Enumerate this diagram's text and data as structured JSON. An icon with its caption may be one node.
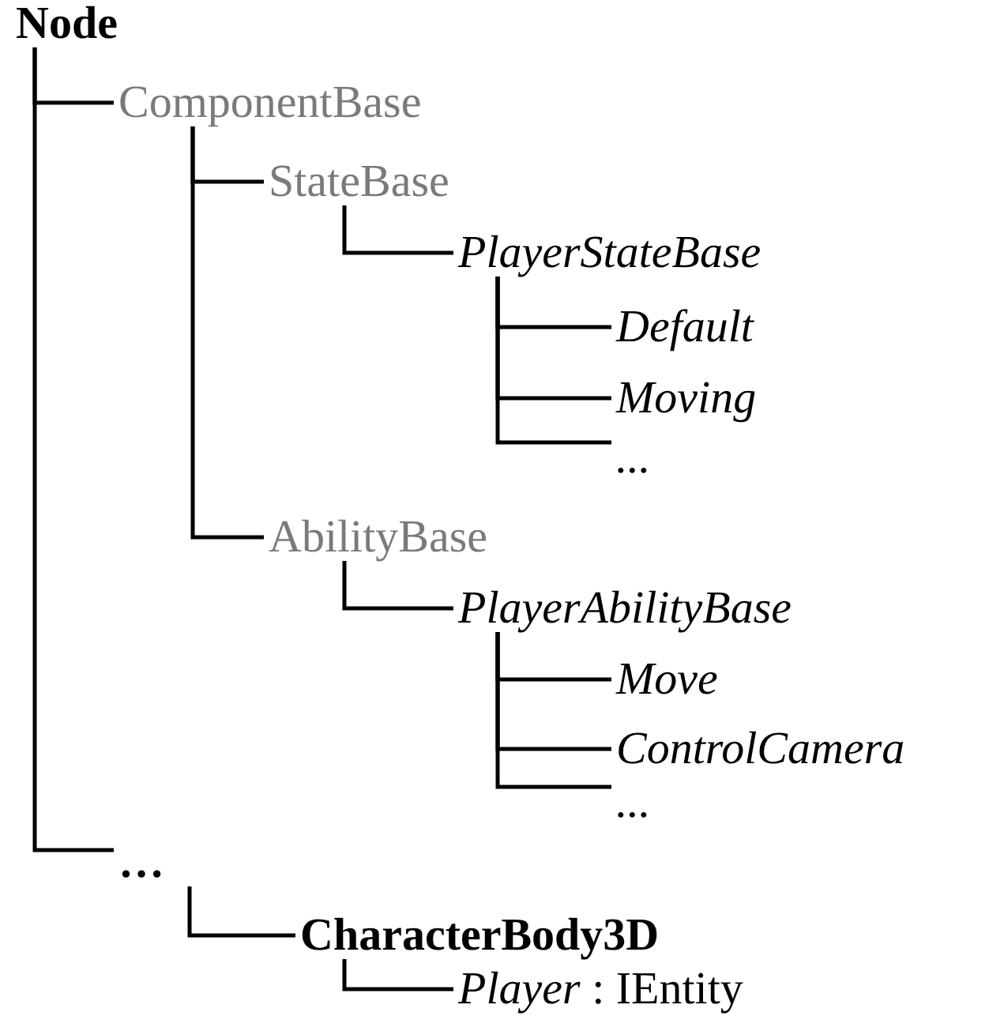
{
  "diagram": {
    "nodes": [
      {
        "text": [
          "Node"
        ]
      },
      {
        "text": [
          "ComponentBase"
        ]
      },
      {
        "text": [
          "StateBase"
        ]
      },
      {
        "text": [
          "PlayerStateBase"
        ]
      },
      {
        "text": [
          "Default"
        ]
      },
      {
        "text": [
          "Moving"
        ]
      },
      {
        "text": [
          "..."
        ]
      },
      {
        "text": [
          "AbilityBase"
        ]
      },
      {
        "text": [
          "PlayerAbilityBase"
        ]
      },
      {
        "text": [
          "Move"
        ]
      },
      {
        "text": [
          "ControlCamera"
        ]
      },
      {
        "text": [
          "..."
        ]
      },
      {
        "text": [
          "…"
        ]
      },
      {
        "text": [
          "CharacterBody3D"
        ]
      },
      {
        "text": [
          "*Player* : IEntity"
        ]
      }
    ],
    "edges": [
      {
        "from": 0,
        "to": 1,
        "arrow": "none"
      },
      {
        "from": 1,
        "to": 2,
        "arrow": "none"
      },
      {
        "from": 2,
        "to": 3,
        "arrow": "none"
      },
      {
        "from": 3,
        "to": 4,
        "arrow": "none"
      },
      {
        "from": 3,
        "to": 5,
        "arrow": "none"
      },
      {
        "from": 3,
        "to": 6,
        "arrow": "none"
      },
      {
        "from": 1,
        "to": 7,
        "arrow": "none"
      },
      {
        "from": 7,
        "to": 8,
        "arrow": "none"
      },
      {
        "from": 8,
        "to": 9,
        "arrow": "none"
      },
      {
        "from": 8,
        "to": 10,
        "arrow": "none"
      },
      {
        "from": 8,
        "to": 11,
        "arrow": "none"
      },
      {
        "from": 0,
        "to": 12,
        "arrow": "none"
      },
      {
        "from": 12,
        "to": 13,
        "arrow": "none"
      },
      {
        "from": 13,
        "to": 14,
        "arrow": "none"
      }
    ]
  }
}
